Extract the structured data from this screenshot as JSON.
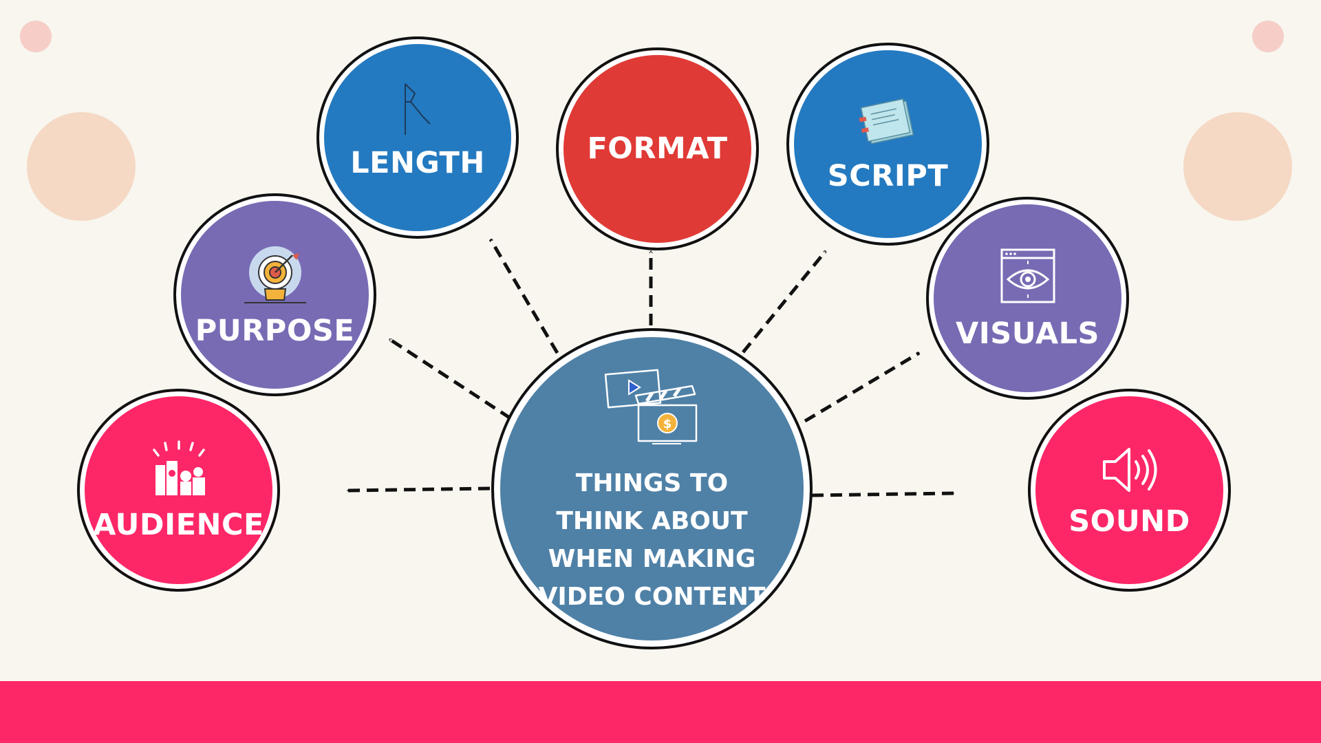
{
  "colors": {
    "background": "#f8f6ef",
    "blue": "#247ac0",
    "red": "#e03a36",
    "purple": "#786bb4",
    "pink": "#fd2767",
    "center": "#4f81a7",
    "footer": "#fd2767"
  },
  "center": {
    "label": "THINGS TO THINK ABOUT WHEN MAKING VIDEO CONTENT",
    "icon": "video-clapperboard-icon"
  },
  "nodes": [
    {
      "key": "audience",
      "label": "AUDIENCE",
      "color": "pink",
      "icon": "audience-crowd-icon"
    },
    {
      "key": "purpose",
      "label": "PURPOSE",
      "color": "purple",
      "icon": "target-lightbulb-icon"
    },
    {
      "key": "length",
      "label": "LENGTH",
      "color": "blue",
      "icon": "ruler-caliper-icon"
    },
    {
      "key": "format",
      "label": "FORMAT",
      "color": "red",
      "icon": ""
    },
    {
      "key": "script",
      "label": "SCRIPT",
      "color": "blue",
      "icon": "script-papers-icon"
    },
    {
      "key": "visuals",
      "label": "VISUALS",
      "color": "purple",
      "icon": "eye-window-icon"
    },
    {
      "key": "sound",
      "label": "SOUND",
      "color": "pink",
      "icon": "speaker-sound-icon"
    }
  ]
}
